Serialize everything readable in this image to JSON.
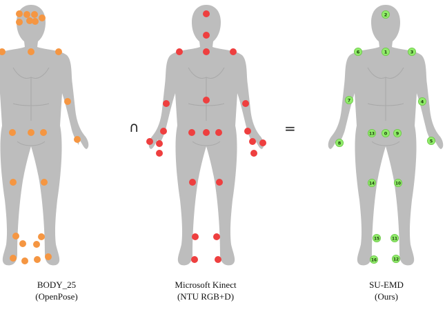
{
  "operators": {
    "intersect": "∩",
    "equals": "="
  },
  "colors": {
    "body": "#bdbdbd",
    "openpose": "#f59642",
    "kinect": "#ee3f3f",
    "suemd": "#90ec6a",
    "suemd_label": "#1a3a0a"
  },
  "figures": [
    {
      "id": "body25",
      "title": "BODY_25",
      "subtitle": "(OpenPose)",
      "joint_style": "openpose",
      "joint_count": 25
    },
    {
      "id": "kinect",
      "title": "Microsoft Kinect",
      "subtitle": "(NTU RGB+D)",
      "joint_style": "kinect",
      "joint_count": 25
    },
    {
      "id": "suemd",
      "title": "SU-EMD",
      "subtitle": "(Ours)",
      "joint_style": "suemd",
      "joint_count": 17,
      "joint_labels": [
        "0",
        "1",
        "2",
        "3",
        "4",
        "5",
        "6",
        "7",
        "8",
        "9",
        "10",
        "11",
        "12",
        "13",
        "14",
        "15",
        "16"
      ]
    }
  ]
}
